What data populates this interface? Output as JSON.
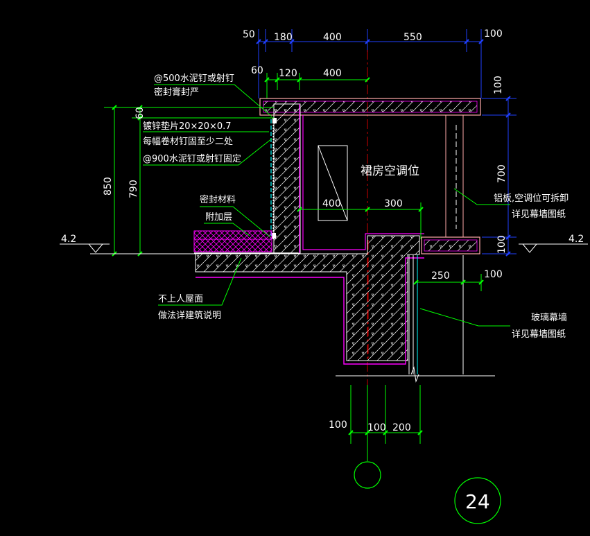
{
  "drawing": {
    "room_label": "裙房空调位",
    "detail_number": "24",
    "colors": {
      "background": "#000000",
      "dimension": "#00ff00",
      "dimension_top": "#2040ff",
      "slab": "#ffaaaa",
      "finish": "#ff00ff",
      "leader": "#00ff00",
      "axis": "#ff0000",
      "text": "#ffffff"
    },
    "top_dims": {
      "row1": [
        "50",
        "180",
        "400",
        "550",
        "100"
      ],
      "row2": [
        "60",
        "120",
        "400"
      ]
    },
    "right_dims": [
      "100",
      "700",
      "100"
    ],
    "left_dims": [
      "850",
      "790",
      "60"
    ],
    "mid_dims": [
      "400",
      "300"
    ],
    "lower_right_dims": [
      "250",
      "100"
    ],
    "bottom_dims": [
      "100",
      "100",
      "200"
    ],
    "levels": {
      "left": "4.2",
      "right": "4.2"
    },
    "notes_left": [
      "@500水泥钉或射钉",
      "密封膏封严",
      "镀锌垫片20×20×0.7",
      "每幅卷材钉固至少二处",
      "@900水泥钉或射钉固定",
      "密封材料",
      "附加层",
      "不上人屋面",
      "做法详建筑说明"
    ],
    "notes_right": [
      "铝板,空调位可拆卸",
      "详见幕墙图纸",
      "玻璃幕墙",
      "详见幕墙图纸"
    ]
  }
}
